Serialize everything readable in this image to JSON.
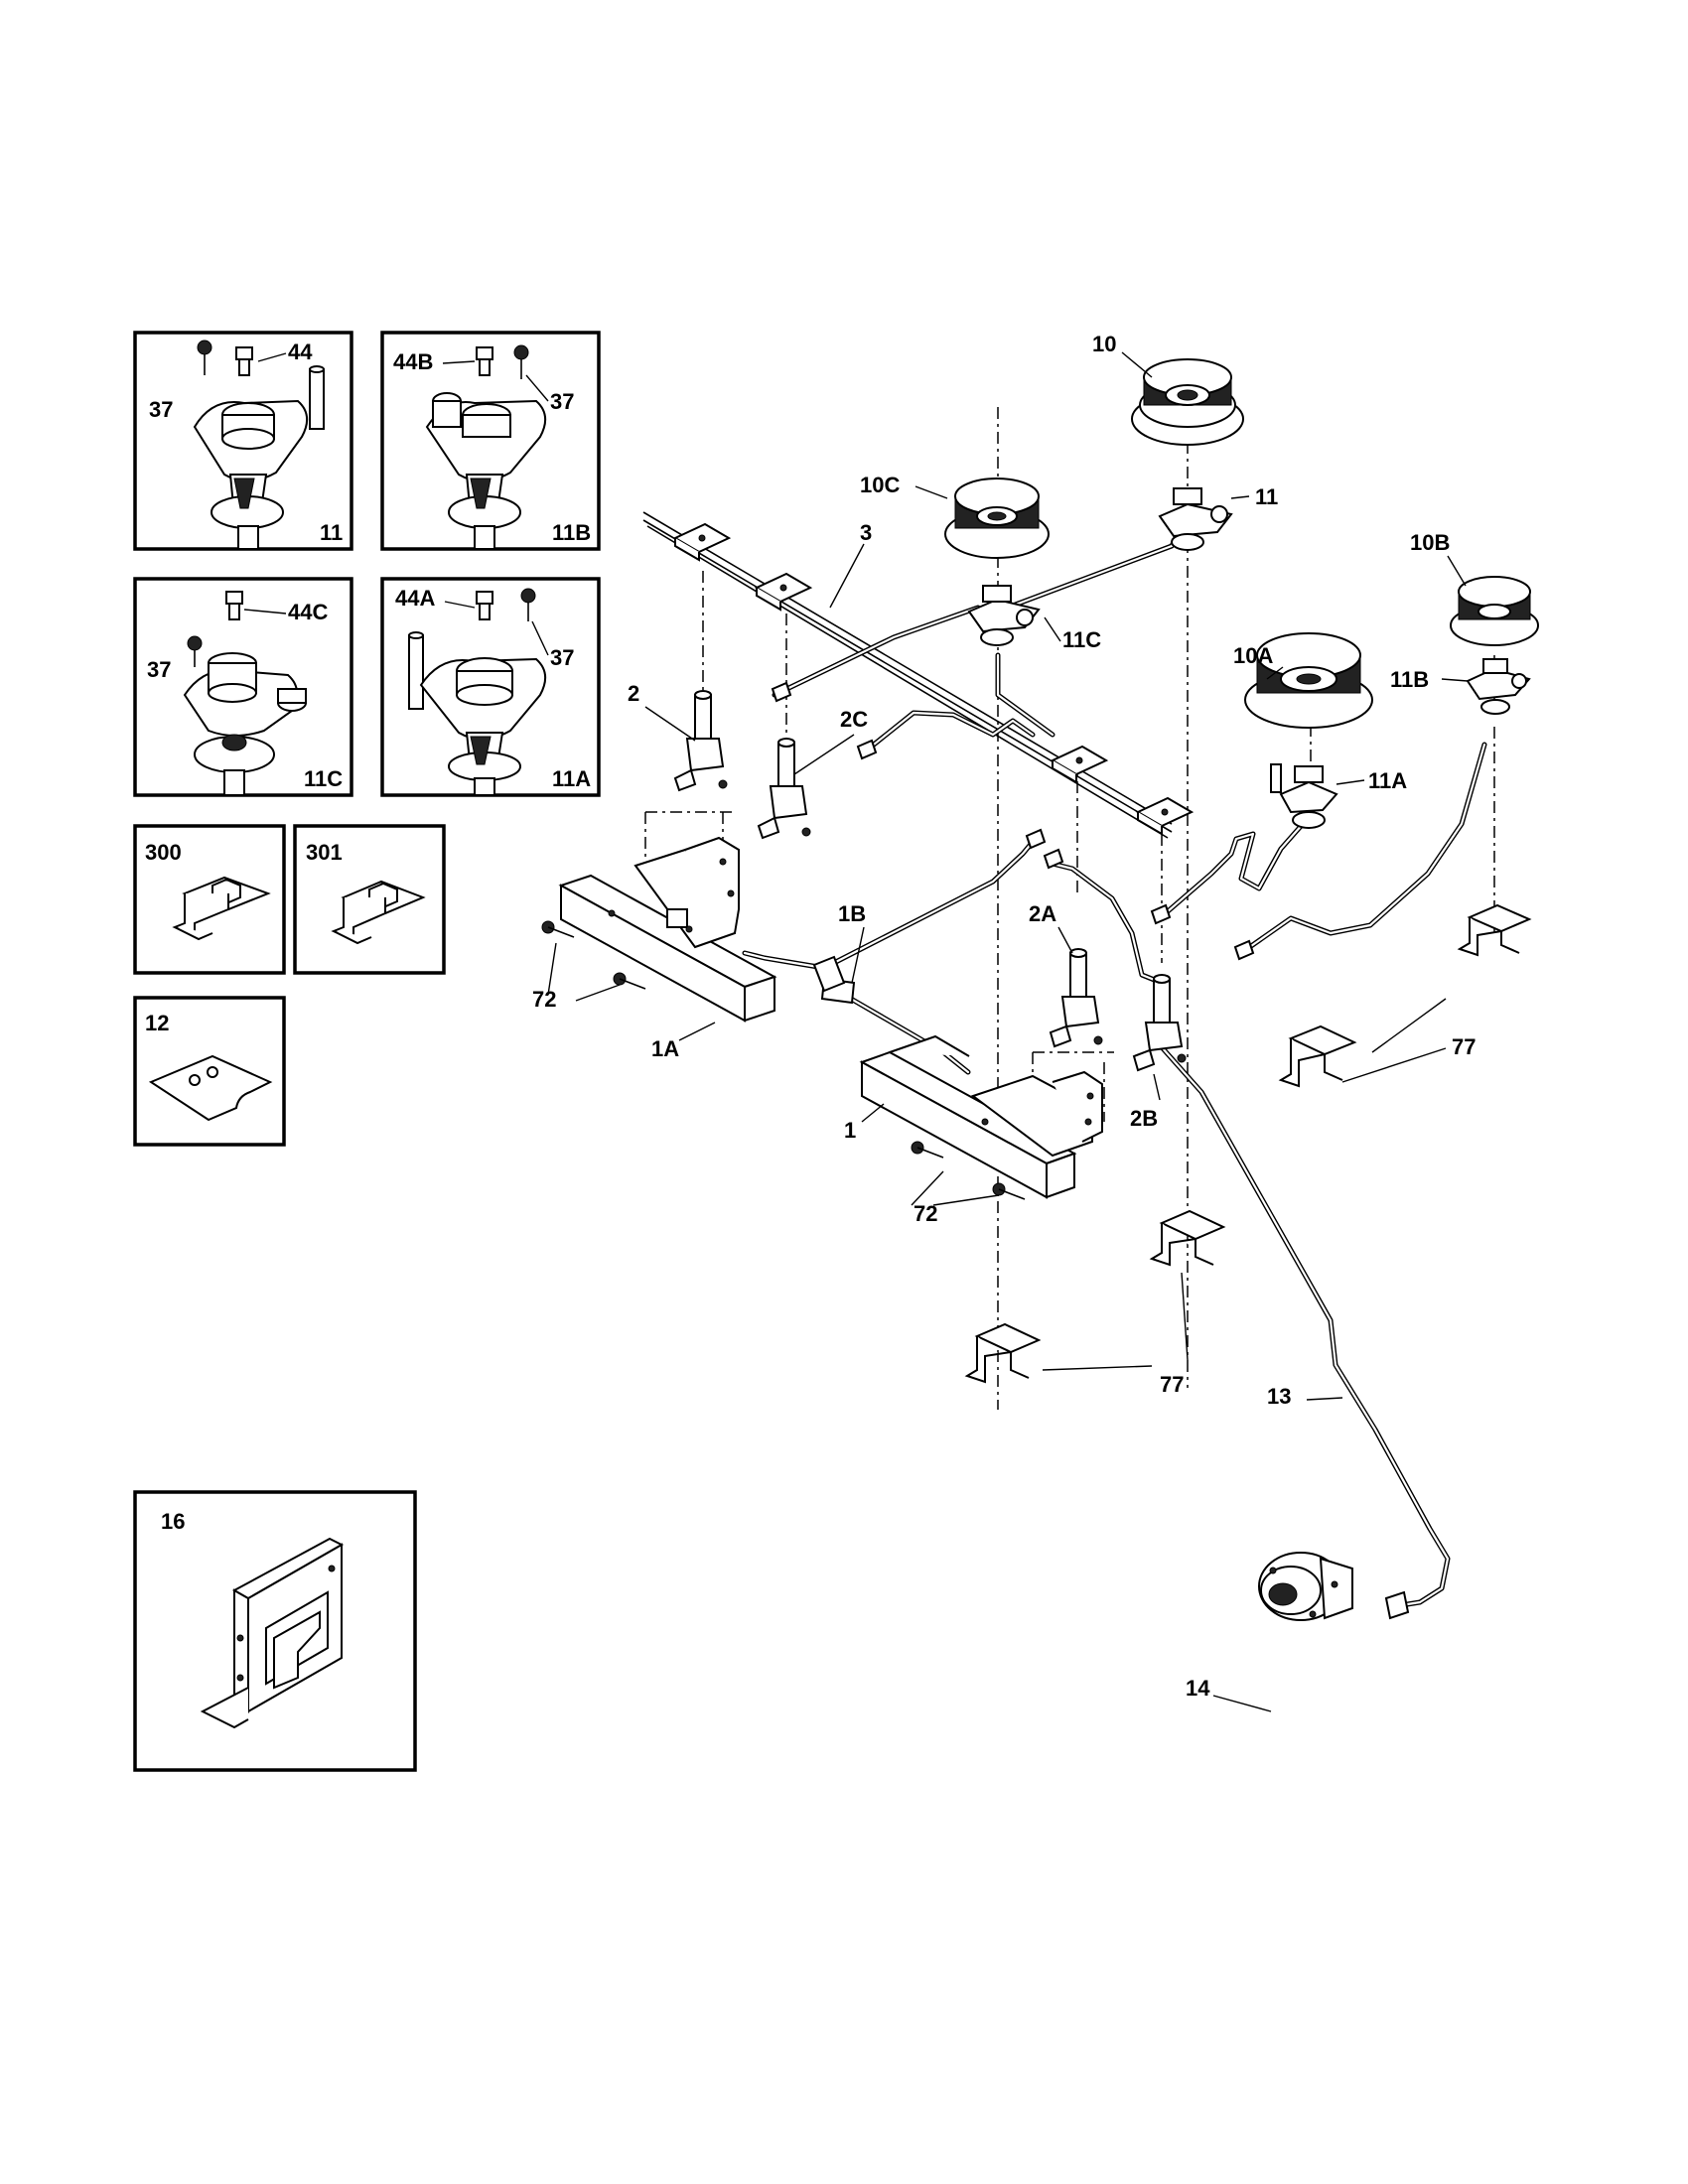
{
  "inset_boxes": [
    {
      "id": "box-11",
      "labels": [
        "44",
        "37",
        "11"
      ]
    },
    {
      "id": "box-11b",
      "labels": [
        "44B",
        "37",
        "11B"
      ]
    },
    {
      "id": "box-11c",
      "labels": [
        "44C",
        "37",
        "11C"
      ]
    },
    {
      "id": "box-11a",
      "labels": [
        "44A",
        "37",
        "11A"
      ]
    },
    {
      "id": "box-300",
      "labels": [
        "300"
      ]
    },
    {
      "id": "box-301",
      "labels": [
        "301"
      ]
    },
    {
      "id": "box-12",
      "labels": [
        "12"
      ]
    },
    {
      "id": "box-16",
      "labels": [
        "16"
      ]
    }
  ],
  "callouts": {
    "c10": "10",
    "c11": "11",
    "c10c": "10C",
    "c3": "3",
    "c10b": "10B",
    "c11c": "11C",
    "c10a": "10A",
    "c11b": "11B",
    "c2": "2",
    "c2c": "2C",
    "c11a": "11A",
    "c1b": "1B",
    "c2a": "2A",
    "c72a": "72",
    "c1a": "1A",
    "c77a": "77",
    "c1": "1",
    "c2b": "2B",
    "c72b": "72",
    "c77b": "77",
    "c13": "13",
    "c14": "14"
  }
}
